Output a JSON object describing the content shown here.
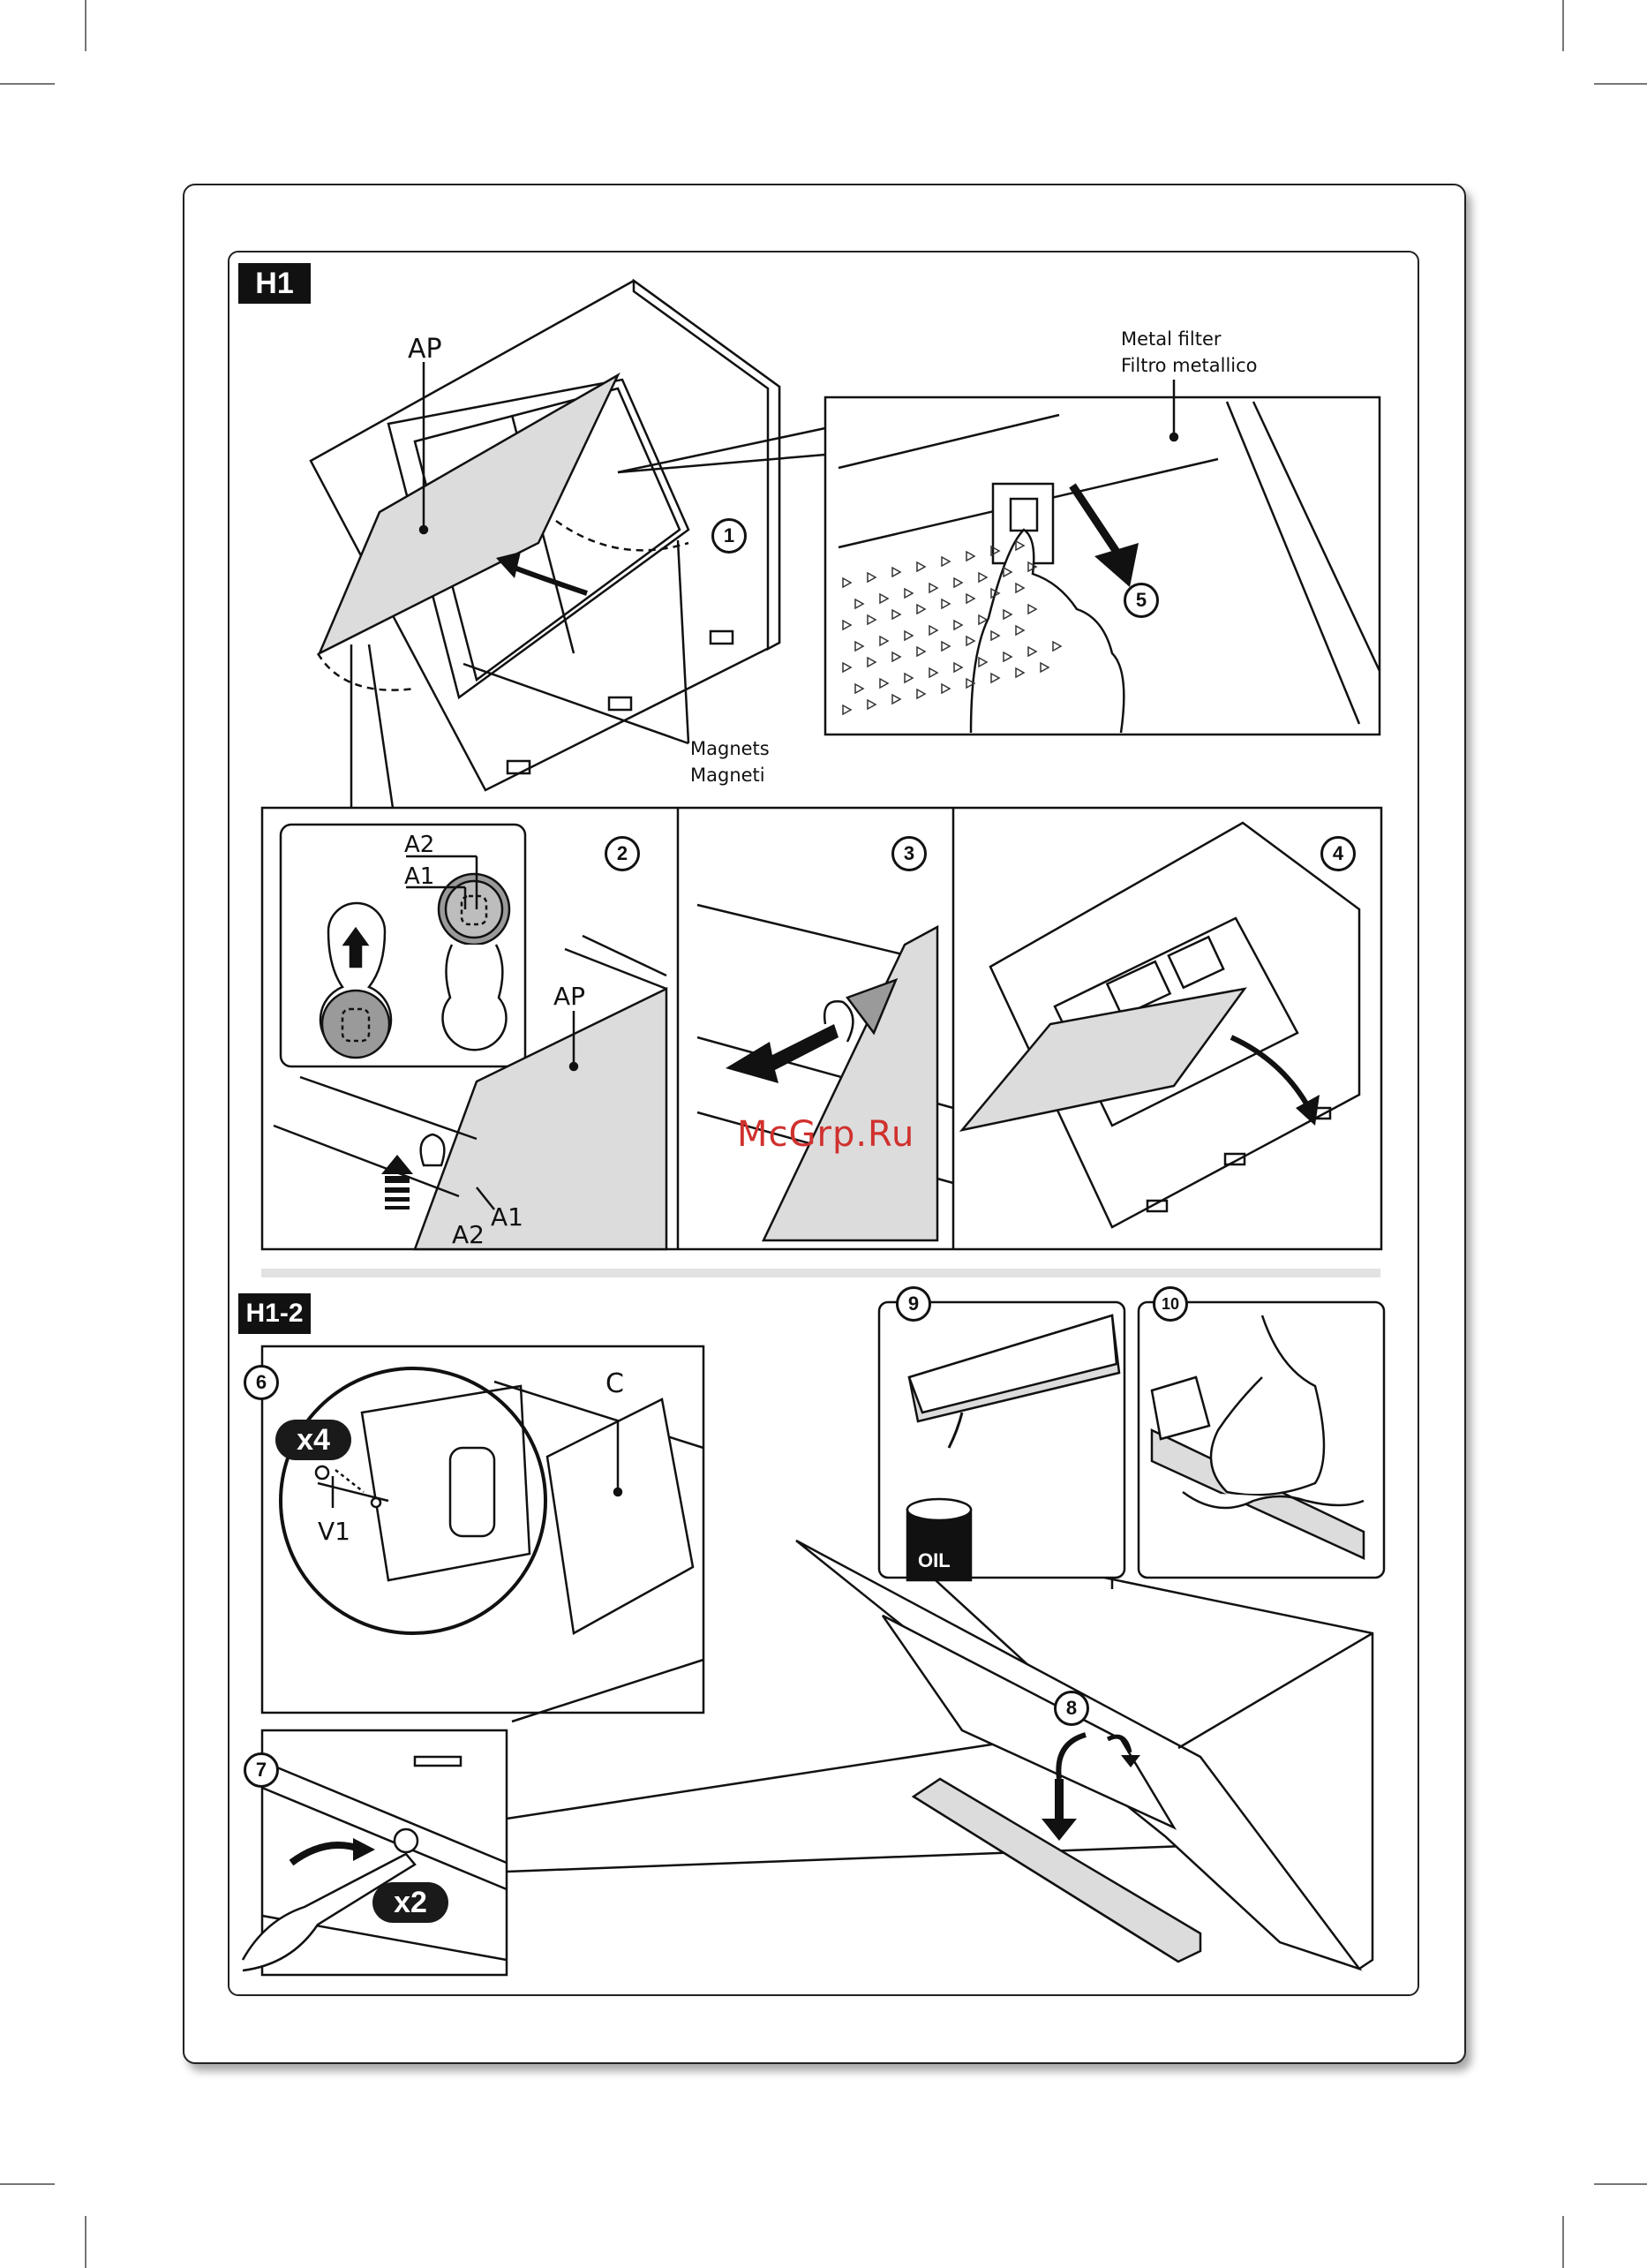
{
  "sections": {
    "h1": "H1",
    "h1_2": "H1-2"
  },
  "labels": {
    "ap_top": "AP",
    "ap_detail": "AP",
    "metal_filter_en": "Metal filter",
    "metal_filter_it": "Filtro metallico",
    "magnets_en": "Magnets",
    "magnets_it": "Magneti",
    "a2_top": "A2",
    "a1_top": "A1",
    "a1_bottom": "A1",
    "a2_bottom": "A2",
    "c": "C",
    "v1": "V1",
    "oil": "OIL"
  },
  "steps": [
    "1",
    "2",
    "3",
    "4",
    "5",
    "6",
    "7",
    "8",
    "9",
    "10"
  ],
  "multipliers": {
    "screws": "x4",
    "screwdriver": "x2"
  },
  "watermark": "McGrp.Ru",
  "colors": {
    "ink": "#111111",
    "panel_fill": "#dcdcdc",
    "gray_dark": "#9a9a9a",
    "watermark": "#d0312d"
  }
}
